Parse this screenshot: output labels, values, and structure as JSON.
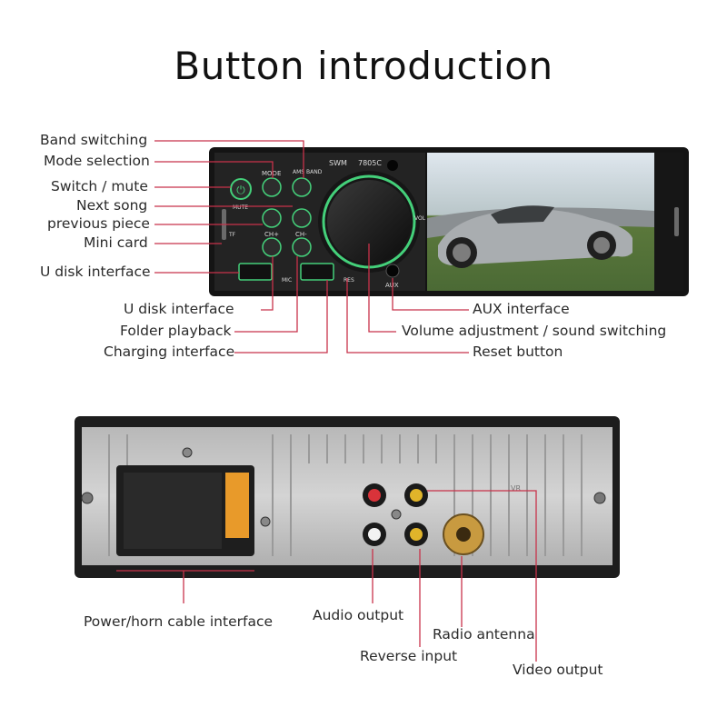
{
  "title": "Button introduction",
  "front_labels": {
    "band_switching": "Band switching",
    "mode_selection": "Mode selection",
    "switch_mute": "Switch / mute",
    "next_song": "Next song",
    "previous_piece": "previous piece",
    "mini_card": "Mini card",
    "u_disk_left": "U disk interface",
    "u_disk_bottom": "U disk interface",
    "folder_playback": "Folder playback",
    "charging_interface": "Charging interface",
    "aux_interface": "AUX interface",
    "volume": "Volume adjustment / sound switching",
    "reset": "Reset button"
  },
  "rear_labels": {
    "power_horn": "Power/horn cable interface",
    "audio_output": "Audio output",
    "radio_antenna": "Radio antenna",
    "reverse_input": "Reverse input",
    "video_output": "Video output"
  },
  "device_front": {
    "brand": "SWM",
    "model": "7805C",
    "mode": "MODE",
    "ams_band": "AMS BAND",
    "mute": "MUTE",
    "ch_plus": "CH+",
    "ch_minus": "CH-",
    "tf": "TF",
    "mic": "MIC",
    "res": "RES",
    "aux": "AUX",
    "vol": "VOL"
  },
  "device_rear": {
    "vr": "VR"
  },
  "colors": {
    "leader_line": "#c8324a",
    "panel_dark": "#1c1c1c",
    "button_green": "#44d07a",
    "rear_metal": "#c9c9c9"
  }
}
